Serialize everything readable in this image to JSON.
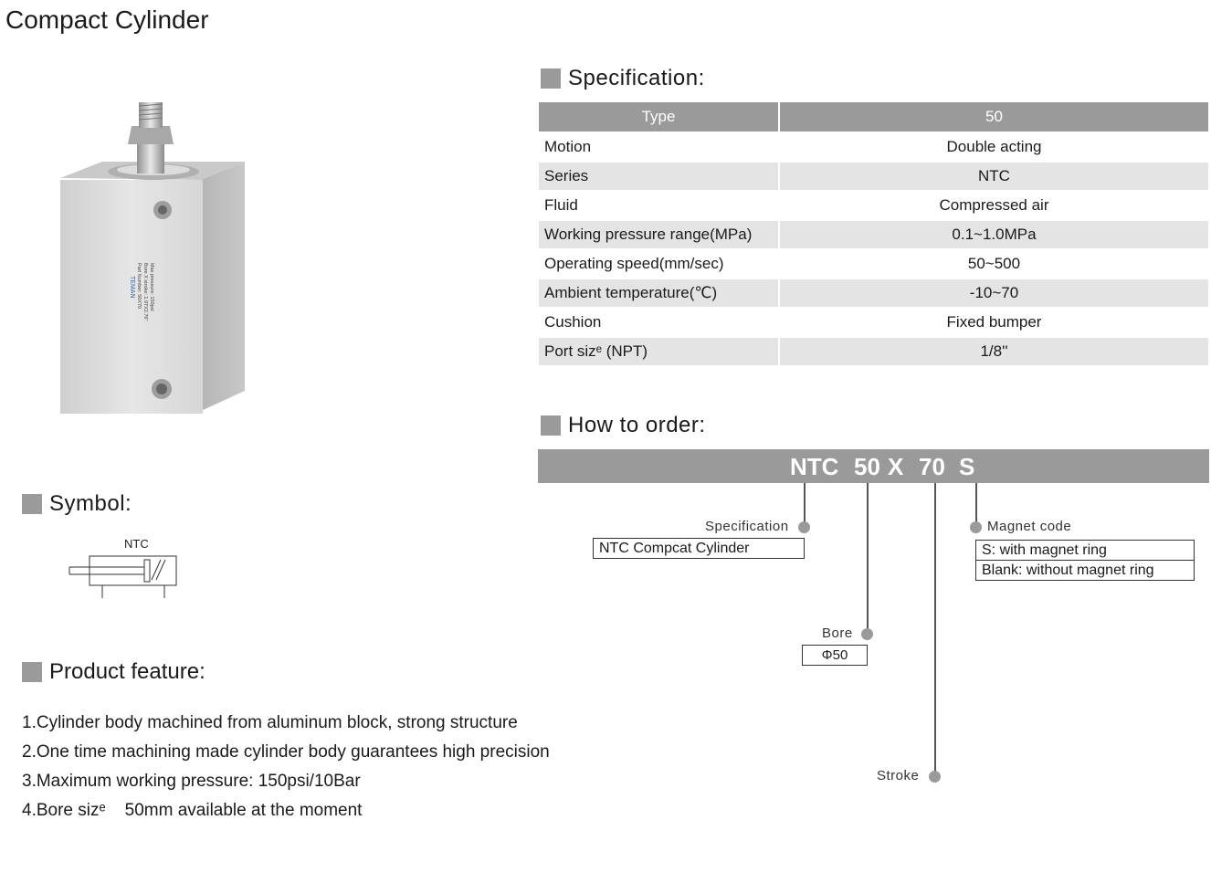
{
  "page_title": "Compact Cylinder",
  "product_image": {
    "label_lines": [
      "Part Number: 50X70",
      "Bore X stroke: 1.97X2.76\"",
      "Max pressure: 150psi"
    ],
    "brand": "TEMAN"
  },
  "symbol": {
    "heading": "Symbol:",
    "label": "NTC"
  },
  "features": {
    "heading": "Product feature:",
    "items": [
      "1.Cylinder body machined from aluminum block, strong structure",
      "2.One time machining made cylinder body guarantees high precision",
      "3.Maximum working pressure: 150psi/10Bar",
      "4.Bore sizᵉ    50mm available at the moment"
    ]
  },
  "specification": {
    "heading": "Specification:",
    "header": [
      "Type",
      "50"
    ],
    "rows": [
      [
        "Motion",
        "Double acting"
      ],
      [
        "Series",
        "NTC"
      ],
      [
        "Fluid",
        "Compressed air"
      ],
      [
        "Working pressure range(MPa)",
        "0.1~1.0MPa"
      ],
      [
        "Operating speed(mm/sec)",
        "50~500"
      ],
      [
        "Ambient temperature(℃)",
        "-10~70"
      ],
      [
        "Cushion",
        "Fixed bumper"
      ],
      [
        "Port sizᵉ  (NPT)",
        "1/8''"
      ]
    ]
  },
  "order": {
    "heading": "How to order:",
    "code": [
      "NTC",
      "50",
      "X",
      "70",
      "S"
    ],
    "spec_label": "Specification",
    "spec_value": "NTC Compcat Cylinder",
    "magnet_label": "Magnet code",
    "magnet_options": [
      "S: with magnet ring",
      "Blank: without magnet ring"
    ],
    "bore_label": "Bore",
    "bore_value": "Φ50",
    "stroke_label": "Stroke"
  },
  "colors": {
    "accent_gray": "#9a9a9a",
    "row_alt": "#e4e4e4"
  }
}
